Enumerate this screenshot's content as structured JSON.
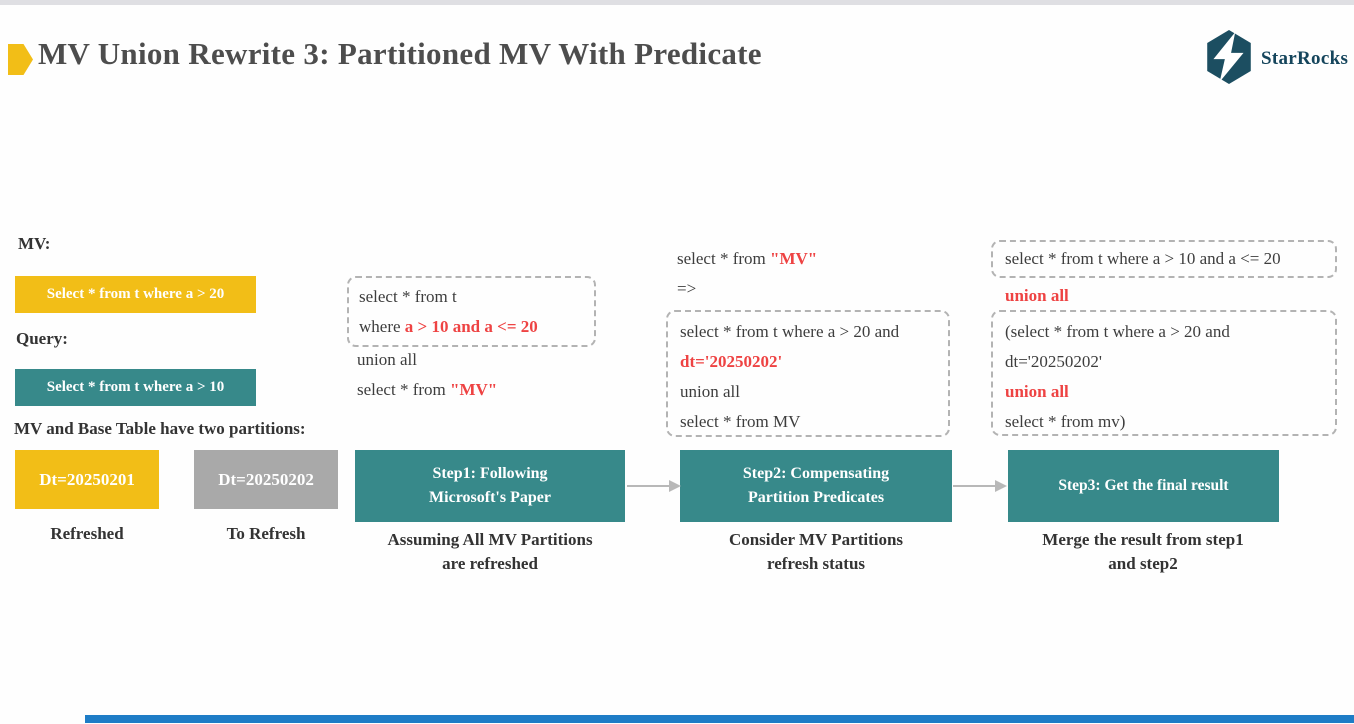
{
  "header": {
    "title": "MV Union Rewrite 3: Partitioned MV With Predicate",
    "brand": "StarRocks"
  },
  "setup": {
    "mv_label": "MV:",
    "mv_sql": "Select * from t where a > 20",
    "query_label": "Query:",
    "query_sql": "Select * from t where a > 10",
    "partitions_label": "MV and Base Table have two partitions:",
    "partitions": [
      {
        "name": "Dt=20250201",
        "status": "Refreshed"
      },
      {
        "name": "Dt=20250202",
        "status": "To Refresh"
      }
    ]
  },
  "step1": {
    "box_title_line1": "Step1: Following",
    "box_title_line2": "Microsoft's Paper",
    "caption_line1": "Assuming All MV Partitions",
    "caption_line2": "are refreshed",
    "code": {
      "line1": "select * from t",
      "line2_prefix": "where ",
      "line2_red": "a > 10 and a <= 20",
      "line3": "union all",
      "line4_prefix": "select * from ",
      "line4_red": "\"MV\""
    }
  },
  "step2": {
    "box_title_line1": "Step2: Compensating",
    "box_title_line2": "Partition Predicates",
    "caption_line1": "Consider MV Partitions",
    "caption_line2": "refresh status",
    "code": {
      "line1_prefix": "select * from ",
      "line1_red": "\"MV\"",
      "line2": "=>",
      "boxed_line1": "select * from t where a > 20 and",
      "boxed_line2_red": "dt='20250202'",
      "boxed_line3": "union all",
      "boxed_line4": "select * from MV"
    }
  },
  "step3": {
    "box_title": "Step3: Get the final result",
    "caption_line1": "Merge the result from step1",
    "caption_line2": "and step2",
    "code": {
      "box1_line": "select * from t where a > 10 and a <= 20",
      "between_red": "union all",
      "box2_line1": "(select * from t where a > 20 and",
      "box2_line2": "dt='20250202'",
      "box2_line3_red": "union all",
      "box2_line4": "select * from mv)"
    }
  },
  "colors": {
    "accent_yellow": "#F2BE17",
    "accent_teal": "#37898A",
    "gray_box": "#A9A9A9",
    "code_red": "#EE4343",
    "footer_blue": "#1E7CC6",
    "logo_teal": "#1C4E61"
  }
}
